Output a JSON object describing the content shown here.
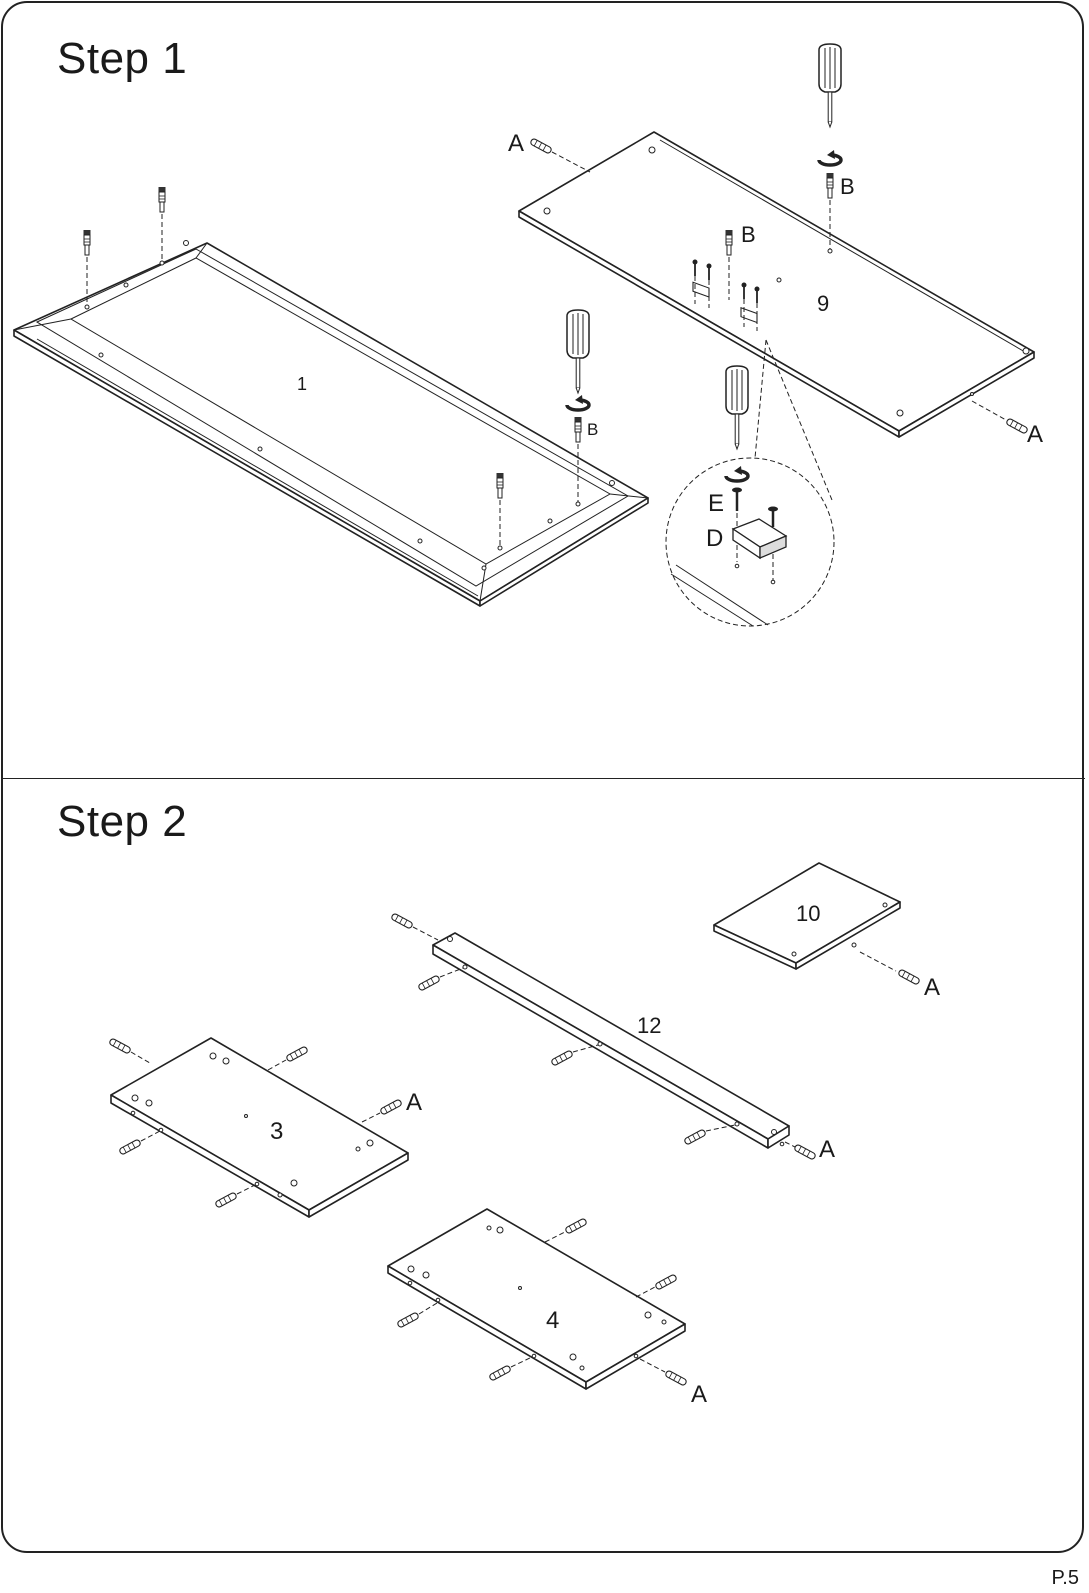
{
  "step1": {
    "title": "Step  1",
    "labels": {
      "panel_1": "1",
      "panel_9": "9",
      "cam_bolt_left": "B",
      "cam_bolt_right_top": "B",
      "cam_bolt_right_mid": "B",
      "dowel_top_left": "A",
      "dowel_bottom_right": "A",
      "screw_detail": "E",
      "catch_detail": "D"
    }
  },
  "step2": {
    "title": "Step  2",
    "labels": {
      "panel_10": "10",
      "rail_12": "12",
      "panel_3": "3",
      "panel_4": "4",
      "dowel_10": "A",
      "dowel_12": "A",
      "dowel_3": "A",
      "dowel_4": "A"
    }
  },
  "footer": {
    "page_number": "P.5"
  }
}
